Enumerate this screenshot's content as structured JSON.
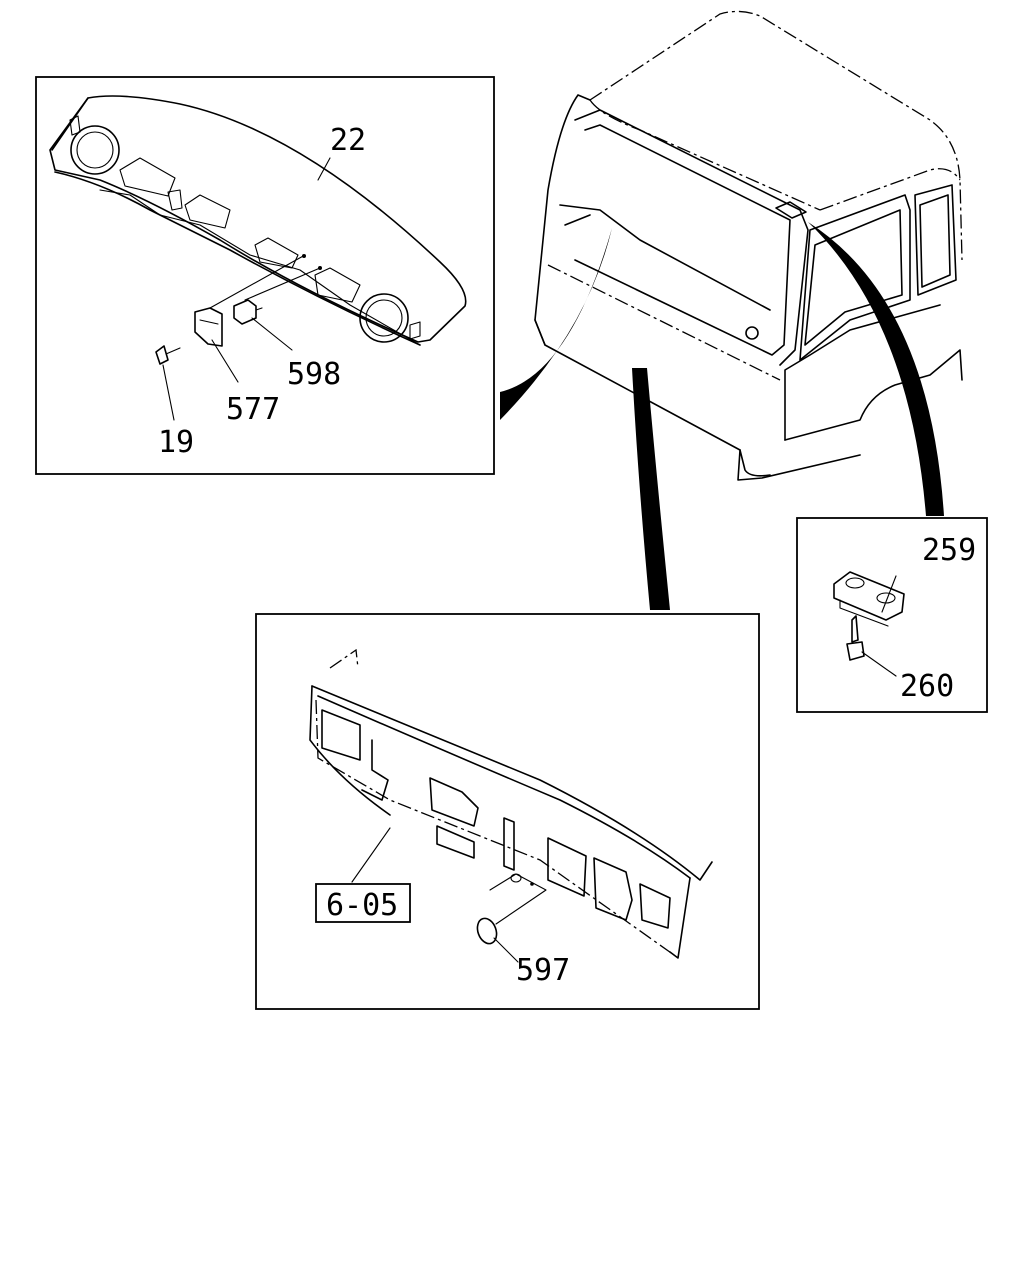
{
  "callouts": {
    "lamp": "22",
    "screw": "19",
    "bracket": "577",
    "connector": "598",
    "grommet": "597",
    "reference": "6-05",
    "plate": "259",
    "plate_screw": "260"
  }
}
